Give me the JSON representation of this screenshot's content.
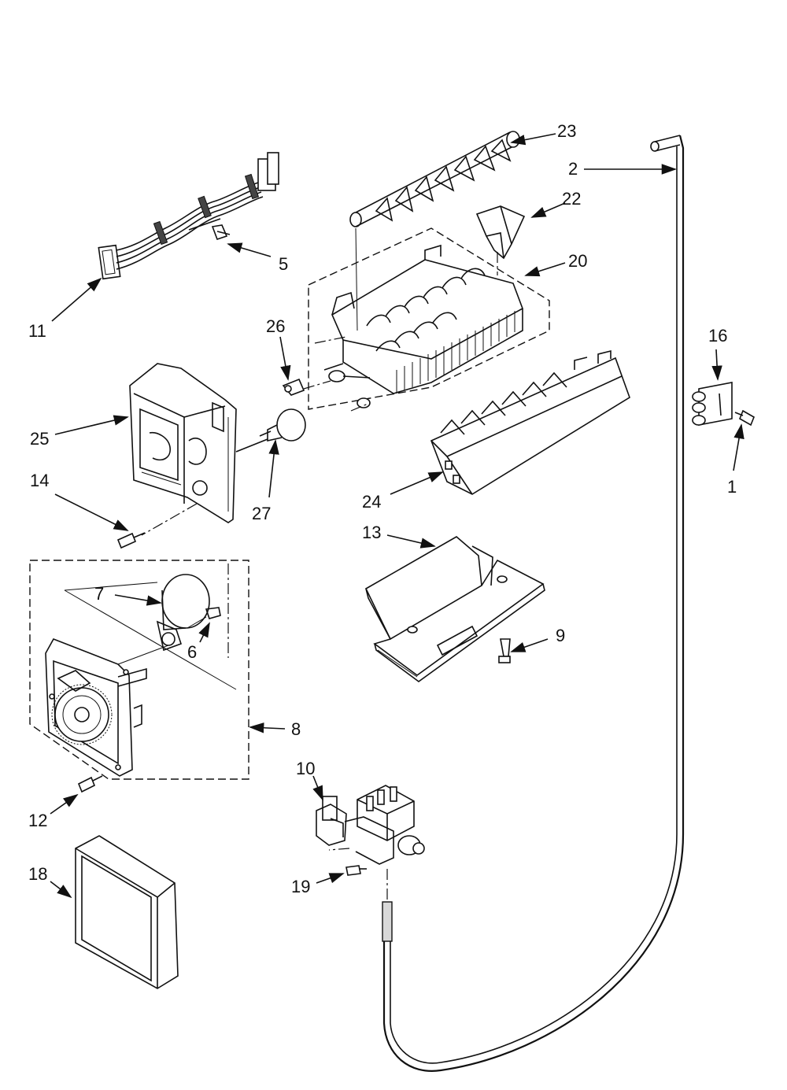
{
  "callouts": {
    "p1": "1",
    "p2": "2",
    "p5": "5",
    "p6": "6",
    "p7": "7",
    "p8": "8",
    "p9": "9",
    "p10": "10",
    "p11": "11",
    "p12": "12",
    "p13": "13",
    "p14": "14",
    "p16": "16",
    "p18": "18",
    "p19": "19",
    "p20": "20",
    "p22": "22",
    "p23": "23",
    "p24": "24",
    "p25": "25",
    "p26": "26",
    "p27": "27"
  }
}
